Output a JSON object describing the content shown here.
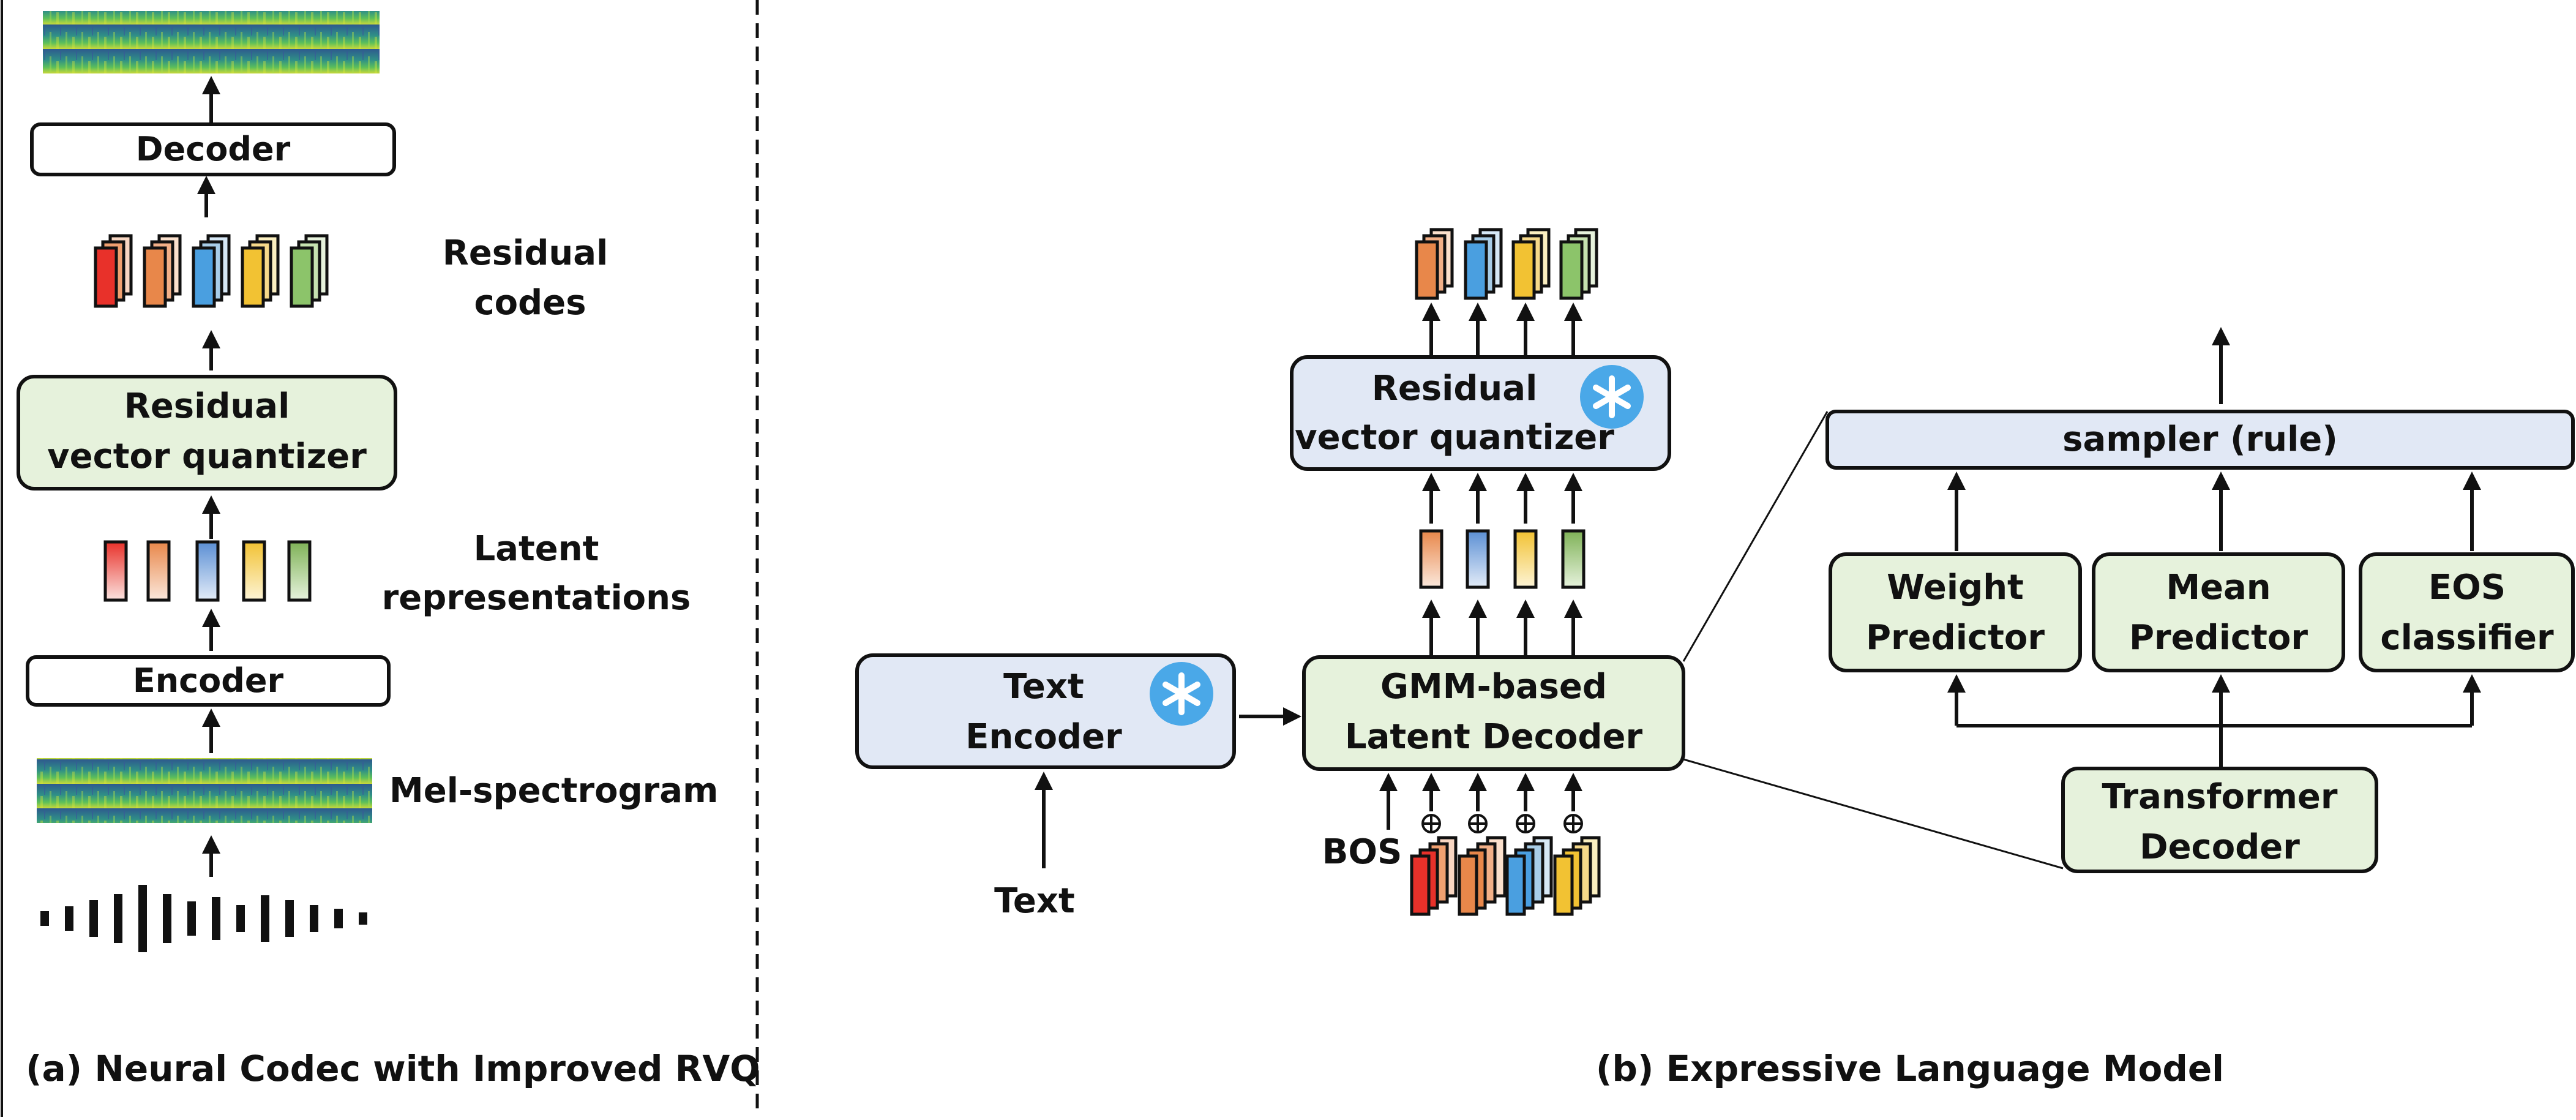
{
  "panel_a": {
    "caption": "(a)  Neural Codec with Improved RVQ",
    "decoder": "Decoder",
    "rvq_line1": "Residual",
    "rvq_line2": "vector quantizer",
    "encoder": "Encoder",
    "residual_codes_line1": "Residual",
    "residual_codes_line2": "codes",
    "latent_line1": "Latent",
    "latent_line2": "representations",
    "mel": "Mel-spectrogram"
  },
  "panel_b": {
    "caption": "(b) Expressive Language Model",
    "text_encoder_line1": "Text",
    "text_encoder_line2": "Encoder",
    "text_input": "Text",
    "gmm_line1": "GMM-based",
    "gmm_line2": "Latent Decoder",
    "rvq_line1": "Residual",
    "rvq_line2": "vector quantizer",
    "bos": "BOS",
    "sampler": "sampler (rule)",
    "weight_line1": "Weight",
    "weight_line2": "Predictor",
    "mean_line1": "Mean",
    "mean_line2": "Predictor",
    "eos_line1": "EOS",
    "eos_line2": "classifier",
    "transformer_line1": "Transformer",
    "transformer_line2": "Decoder"
  },
  "colors": {
    "green_box": "#e6f2dc",
    "blue_box": "#e1e8f5",
    "frozen_badge": "#4aa8e8",
    "code_red": "#e8312a",
    "code_orange": "#e8874a",
    "code_blue": "#4a9fe0",
    "code_yellow": "#f2c233",
    "code_green": "#8cc46a"
  },
  "icons": {
    "frozen": "snowflake-asterisk-icon"
  }
}
